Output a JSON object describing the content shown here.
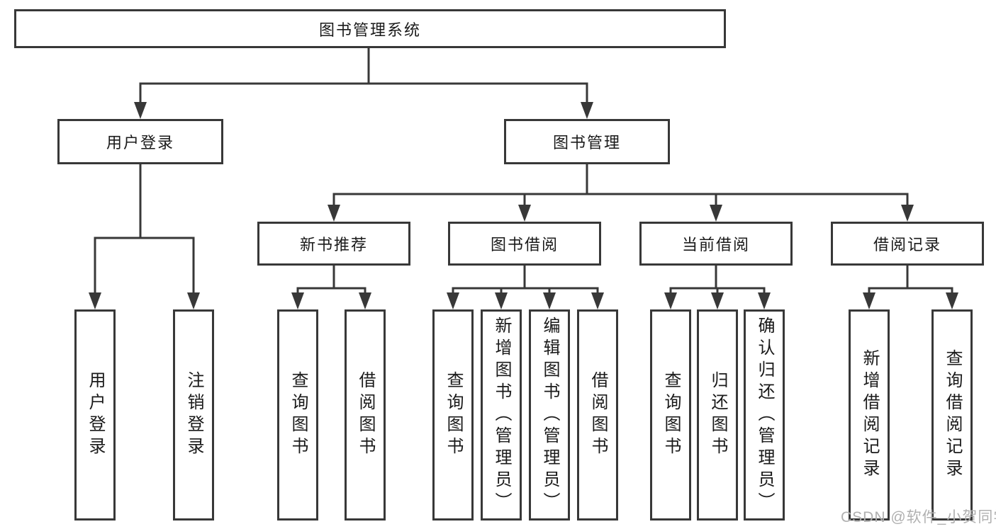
{
  "tree": {
    "label": "图书管理系统",
    "children": [
      {
        "label": "用户登录",
        "children": [
          {
            "label": "用户登录"
          },
          {
            "label": "注销登录"
          }
        ]
      },
      {
        "label": "图书管理",
        "children": [
          {
            "label": "新书推荐",
            "children": [
              {
                "label": "查询图书"
              },
              {
                "label": "借阅图书"
              }
            ]
          },
          {
            "label": "图书借阅",
            "children": [
              {
                "label": "查询图书"
              },
              {
                "label": "新增图书（管理员）"
              },
              {
                "label": "编辑图书（管理员）"
              },
              {
                "label": "借阅图书"
              }
            ]
          },
          {
            "label": "当前借阅",
            "children": [
              {
                "label": "查询图书"
              },
              {
                "label": "归还图书"
              },
              {
                "label": "确认归还（管理员）"
              }
            ]
          },
          {
            "label": "借阅记录",
            "children": [
              {
                "label": "新增借阅记录"
              },
              {
                "label": "查询借阅记录"
              }
            ]
          }
        ]
      }
    ]
  },
  "watermark": "CSDN @软件_小贺同学",
  "colors": {
    "line": "#383838",
    "text": "#1a1a1a",
    "watermark": "#b0b0b0",
    "background": "#ffffff"
  }
}
